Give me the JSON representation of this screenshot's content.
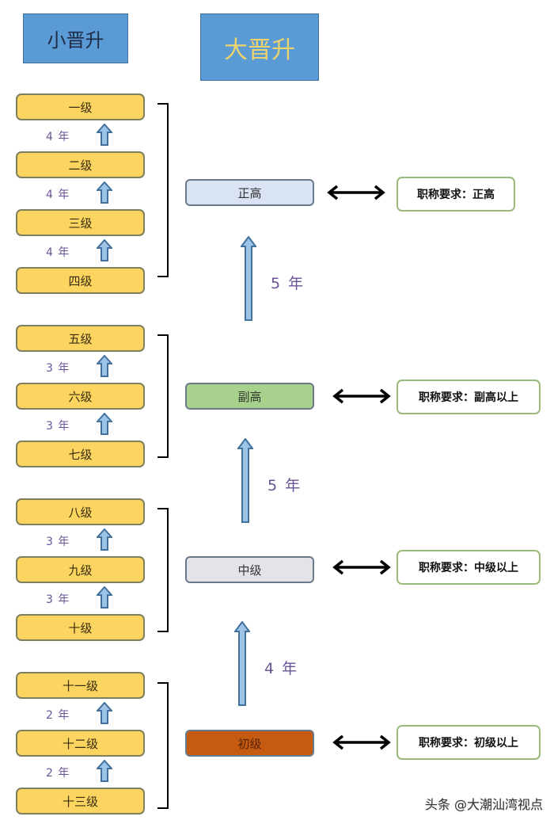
{
  "headers": {
    "small_promotion": "小晋升",
    "big_promotion": "大晋升"
  },
  "small_levels": [
    {
      "label": "一级",
      "years_to_next": "4 年"
    },
    {
      "label": "二级",
      "years_to_next": "4 年"
    },
    {
      "label": "三级",
      "years_to_next": "4 年"
    },
    {
      "label": "四级",
      "years_to_next": ""
    },
    {
      "label": "五级",
      "years_to_next": "3 年"
    },
    {
      "label": "六级",
      "years_to_next": "3 年"
    },
    {
      "label": "七级",
      "years_to_next": ""
    },
    {
      "label": "八级",
      "years_to_next": "3 年"
    },
    {
      "label": "九级",
      "years_to_next": "3 年"
    },
    {
      "label": "十级",
      "years_to_next": ""
    },
    {
      "label": "十一级",
      "years_to_next": "2 年"
    },
    {
      "label": "十二级",
      "years_to_next": "2 年"
    },
    {
      "label": "十三级",
      "years_to_next": ""
    }
  ],
  "ranks": [
    {
      "label": "正高",
      "requirement": "职称要求：正高",
      "color": "#dae3f3",
      "text_color": "#333333"
    },
    {
      "label": "副高",
      "requirement": "职称要求：副高以上",
      "color": "#a9d18e",
      "text_color": "#2f3a2a",
      "years_to_next": "5 年"
    },
    {
      "label": "中级",
      "requirement": "职称要求：中级以上",
      "color": "#e2e4e8",
      "text_color": "#333333",
      "years_to_next": "5 年"
    },
    {
      "label": "初级",
      "requirement": "职称要求：初级以上",
      "color": "#c55a11",
      "text_color": "#5a2408",
      "years_to_next": "4 年"
    }
  ],
  "colors": {
    "level_fill": "#fbd560",
    "header_fill": "#5b9bd5",
    "arrow_fill": "#9dc3e6",
    "arrow_stroke": "#41719c",
    "years_text": "#6a5396"
  },
  "watermark": "头条 @大潮汕湾视点"
}
